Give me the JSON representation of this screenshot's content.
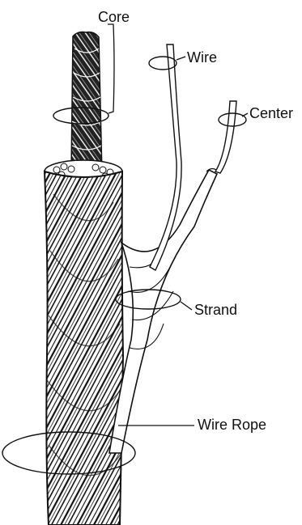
{
  "diagram": {
    "labels": {
      "core": "Core",
      "wire": "Wire",
      "center": "Center",
      "strand": "Strand",
      "wire_rope": "Wire Rope"
    },
    "colors": {
      "ink": "#111111",
      "paper": "#ffffff",
      "shade": "#2a2a2a"
    }
  }
}
